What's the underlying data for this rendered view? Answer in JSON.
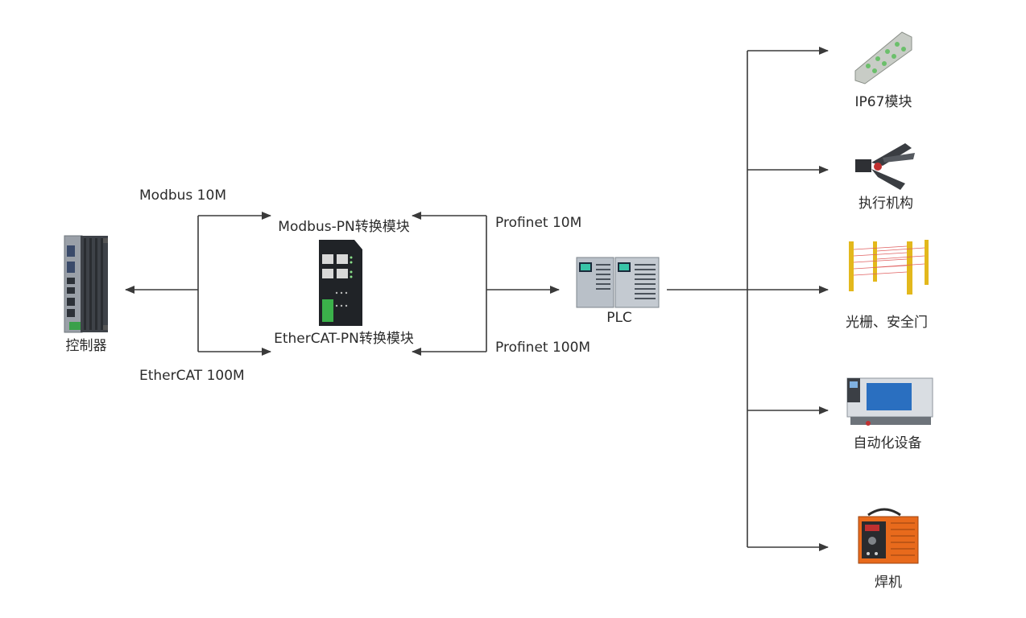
{
  "links": {
    "modbus_speed": "Modbus  10M",
    "ethercat_speed": "EtherCAT  100M",
    "profinet_top": "Profinet  10M",
    "profinet_bottom": "Profinet  100M"
  },
  "nodes": {
    "controller": "控制器",
    "modbus_pn": "Modbus-PN转换模块",
    "ethercat_pn": "EtherCAT-PN转换模块",
    "plc": "PLC",
    "ip67": "IP67模块",
    "actuator": "执行机构",
    "light_curtain": "光栅、安全门",
    "automation": "自动化设备",
    "welder": "焊机"
  }
}
